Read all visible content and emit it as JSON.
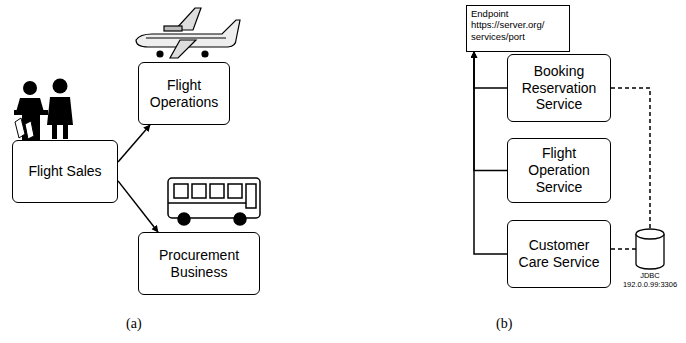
{
  "diagram": {
    "nodes": [
      {
        "text": [
          "Flight Sales"
        ]
      },
      {
        "text": [
          "Flight Operations"
        ]
      },
      {
        "text": [
          "Procurement Business"
        ]
      },
      {
        "text": [
          "Endpoint https://server.org/ services/port"
        ]
      },
      {
        "text": [
          "Booking Reservation Service"
        ]
      },
      {
        "text": [
          "Flight Operation Service"
        ]
      },
      {
        "text": [
          "Customer Care Service"
        ]
      },
      {
        "text": [
          "JDBC",
          "192.0.0.99:3306"
        ]
      }
    ],
    "edges": [
      {
        "from": 0,
        "to": 1,
        "arrow": "to"
      },
      {
        "from": 0,
        "to": 2,
        "arrow": "to"
      },
      {
        "from": 4,
        "to": 3,
        "arrow": "to"
      },
      {
        "from": 5,
        "to": 3,
        "arrow": "to"
      },
      {
        "from": 6,
        "to": 3,
        "arrow": "to"
      },
      {
        "from": 4,
        "to": 7,
        "arrow": "none"
      },
      {
        "from": 6,
        "to": 7,
        "arrow": "none"
      }
    ],
    "labels": [
      "(a)",
      "(b)"
    ]
  }
}
